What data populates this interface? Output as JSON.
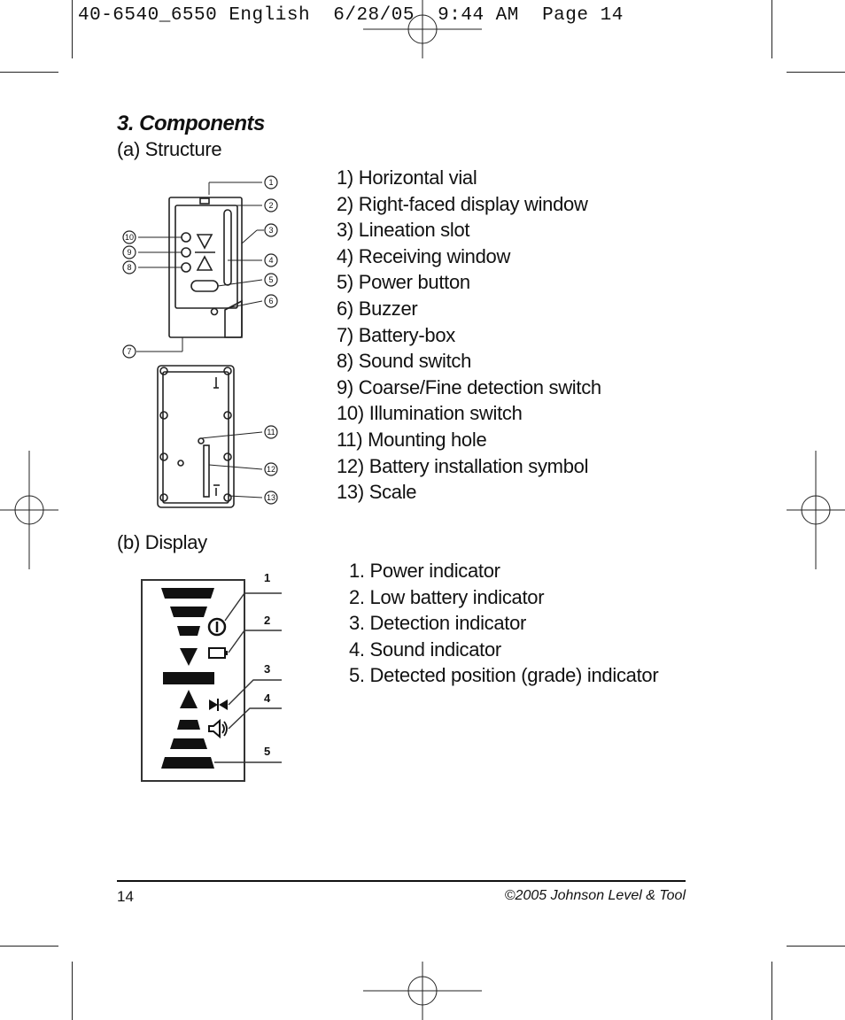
{
  "slug_line": "40-6540_6550 English  6/28/05  9:44 AM  Page 14",
  "section_heading": "3. Components",
  "structure_heading": "(a) Structure",
  "structure_items": [
    "1) Horizontal vial",
    "2) Right-faced display window",
    "3) Lineation slot",
    "4) Receiving window",
    "5) Power button",
    "6) Buzzer",
    "7) Battery-box",
    "8) Sound switch",
    "9) Coarse/Fine detection switch",
    "10) Illumination switch",
    "11) Mounting hole",
    "12) Battery installation symbol",
    "13) Scale"
  ],
  "display_heading": "(b) Display",
  "display_items": [
    "1. Power indicator",
    "2. Low battery indicator",
    "3. Detection indicator",
    "4. Sound indicator",
    "5. Detected position (grade) indicator"
  ],
  "structure_callouts": [
    "1",
    "2",
    "3",
    "4",
    "5",
    "6",
    "7",
    "8",
    "9",
    "10",
    "11",
    "12",
    "13"
  ],
  "display_callouts": [
    "1",
    "2",
    "3",
    "4",
    "5"
  ],
  "footer": {
    "page_number": "14",
    "copyright": "©2005 Johnson Level & Tool"
  }
}
